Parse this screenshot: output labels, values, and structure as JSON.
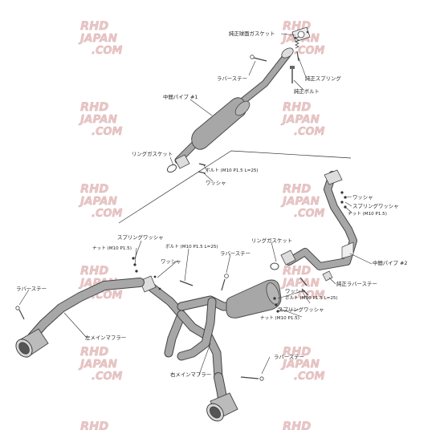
{
  "watermark": {
    "line1": "RHD",
    "line2": "JAPAN",
    "line3": ".COM"
  },
  "colors": {
    "watermark": "#e9c7c7",
    "pipe": "#a7a7a7",
    "outline": "#444444"
  },
  "labels": {
    "oem_flange_gasket": "純正球面ガスケット",
    "rubber_stay_top": "ラバーステー",
    "oem_spring": "純正スプリング",
    "oem_bolt": "純正ボルト",
    "mid_pipe_1": "中間パイプ #1",
    "ring_gasket_top": "リングガスケット",
    "bolt_top": "ボルト (M10 P1.5 L=25)",
    "washer_top": "ワッシャ",
    "washer_right": "ワッシャ",
    "spring_washer_right": "スプリングワッシャ",
    "nut_right": "ナット (M10 P1.5)",
    "spring_washer_left": "スプリングワッシャ",
    "nut_left": "ナット (M10 P1.5)",
    "bolt_mid": "ボルト (M10 P1.5 L=25)",
    "washer_mid": "ワッシャ",
    "rubber_stay_mid": "ラバーステー",
    "ring_gasket_mid": "リングガスケット",
    "mid_pipe_2": "中間パイプ #2",
    "rubber_stay_left": "ラバーステー",
    "oem_rubber_stay": "純正ラバーステー",
    "washer_center": "ワッシャ",
    "bolt_center": "ボルト (M10 P1.5 L=25)",
    "spring_washer_center": "スプリングワッシャ",
    "nut_center": "ナット (M10 P1.5)",
    "left_main_muffler": "左メインマフラー",
    "right_main_muffler": "右メインマフラー",
    "rubber_stay_bottom": "ラバーステー"
  }
}
